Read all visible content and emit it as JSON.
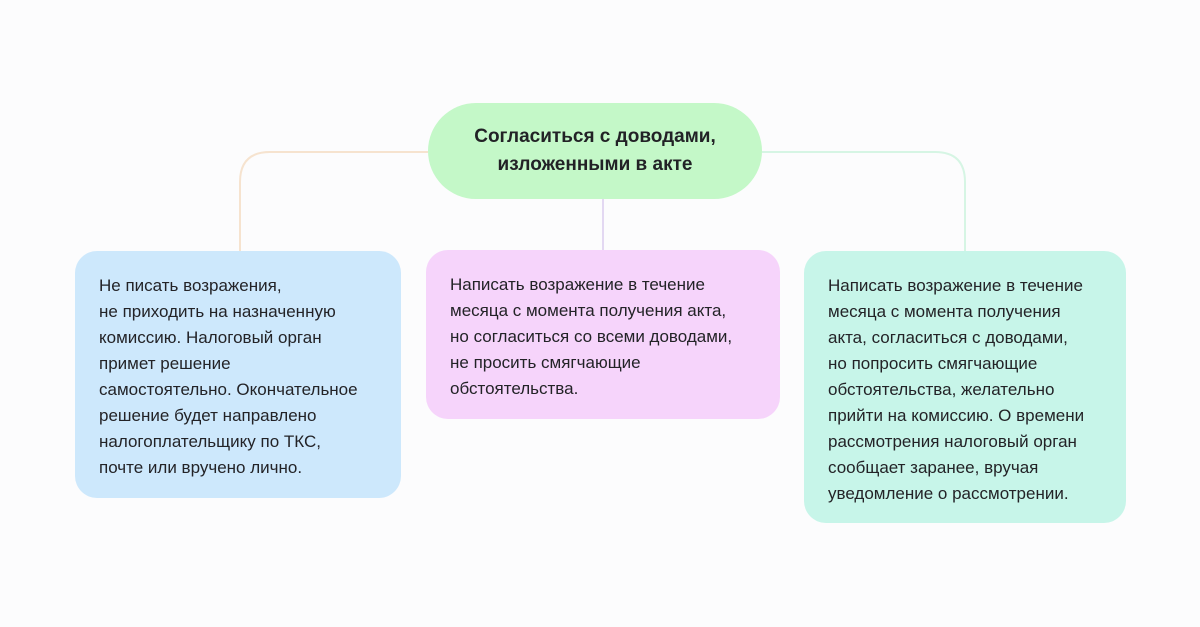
{
  "diagram": {
    "root": {
      "label": "Согласиться с доводами,\nизложенными в акте",
      "color": "#c4f8c8"
    },
    "options": [
      {
        "id": "left",
        "text": "Не писать возражения,\nне приходить на назначенную\nкомиссию. Налоговый орган\nпримет решение\nсамостоятельно. Окончательное\nрешение будет направлено\nналогоплательщику по ТКС,\nпочте или вручено лично.",
        "color": "#cde8fc",
        "connector_color": "#f6e3cf"
      },
      {
        "id": "center",
        "text": "Написать возражение в течение\nмесяца с момента получения акта,\nно согласиться со всеми доводами,\nне просить смягчающие\nобстоятельства.",
        "color": "#f6d4fb",
        "connector_color": "#e3d8f2"
      },
      {
        "id": "right",
        "text": "Написать возражение в течение\nмесяца с момента получения\nакта, согласиться с доводами,\nно попросить смягчающие\nобстоятельства, желательно\nприйти на комиссию. О времени\nрассмотрения налоговый орган\nсообщает заранее, вручая\nуведомление о рассмотрении.",
        "color": "#c7f5e9",
        "connector_color": "#d6f5e4"
      }
    ]
  }
}
